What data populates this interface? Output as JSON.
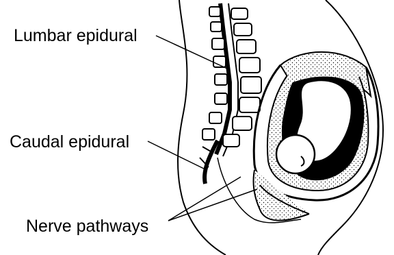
{
  "labels": {
    "lumbar": "Lumbar epidural",
    "caudal": "Caudal epidural",
    "nerve": "Nerve pathways"
  },
  "colors": {
    "ink": "#000000",
    "paper": "#ffffff"
  }
}
